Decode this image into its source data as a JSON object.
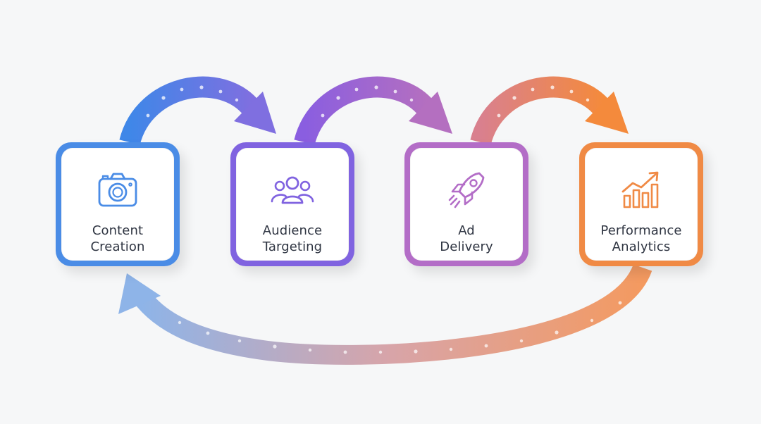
{
  "steps": [
    {
      "label": "Content\nCreation",
      "icon": "camera-icon",
      "color": "#4a8ce6"
    },
    {
      "label": "Audience\nTargeting",
      "icon": "people-icon",
      "color": "#8063e0"
    },
    {
      "label": "Ad\nDelivery",
      "icon": "rocket-icon",
      "color": "#b36dc7"
    },
    {
      "label": "Performance\nAnalytics",
      "icon": "growth-chart-icon",
      "color": "#f08a45"
    }
  ],
  "colors": {
    "blue": "#4a8ce6",
    "purple": "#8063e0",
    "magenta": "#a05ad6",
    "orange": "#f08a45",
    "background": "#f6f7f8"
  }
}
